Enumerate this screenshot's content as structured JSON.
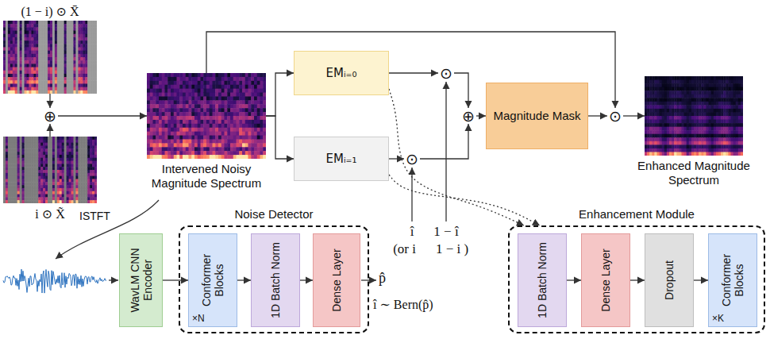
{
  "diagram": {
    "nodes": [
      {
        "text": [
          "(1 − i) ⊙ X̄"
        ]
      },
      {
        "text": [
          "i ⊙ X̃"
        ]
      },
      {
        "text": [
          "⊕"
        ]
      },
      {
        "text": [
          "Intervened Noisy Magnitude Spectrum"
        ]
      },
      {
        "text": [
          "EMᵢ₌₀"
        ]
      },
      {
        "text": [
          "EMᵢ₌₁"
        ]
      },
      {
        "text": [
          "⊙"
        ]
      },
      {
        "text": [
          "⊙"
        ]
      },
      {
        "text": [
          "⊕"
        ]
      },
      {
        "text": [
          "Magnitude Mask"
        ]
      },
      {
        "text": [
          "⊙"
        ]
      },
      {
        "text": [
          "Enhanced Magnitude Spectrum"
        ]
      },
      {
        "text": [
          "WavLM CNN Encoder"
        ]
      },
      {
        "text": [
          "Noise Detector"
        ]
      },
      {
        "text": [
          "Conformer Blocks",
          "×N"
        ],
        "in": 13
      },
      {
        "text": [
          "1D Batch Norm"
        ],
        "in": 13
      },
      {
        "text": [
          "Dense Layer"
        ],
        "in": 13
      },
      {
        "text": [
          "Enhancement Module"
        ]
      },
      {
        "text": [
          "1D Batch Norm"
        ],
        "in": 17
      },
      {
        "text": [
          "Dense Layer"
        ],
        "in": 17
      },
      {
        "text": [
          "Dropout"
        ],
        "in": 17
      },
      {
        "text": [
          "Conformer Blocks",
          "×K"
        ],
        "in": 17
      }
    ],
    "edges": [
      {
        "from": 0,
        "to": 2,
        "arrow": "to"
      },
      {
        "from": 1,
        "to": 2,
        "arrow": "to"
      },
      {
        "from": 2,
        "to": 3,
        "arrow": "to"
      },
      {
        "from": 3,
        "to": 4,
        "arrow": "to"
      },
      {
        "from": 3,
        "to": 5,
        "arrow": "to"
      },
      {
        "from": 4,
        "to": 6,
        "arrow": "to"
      },
      {
        "from": 5,
        "to": 7,
        "arrow": "to"
      },
      {
        "from": 6,
        "to": 8,
        "arrow": "to"
      },
      {
        "from": 7,
        "to": 8,
        "arrow": "to"
      },
      {
        "from": 8,
        "to": 9,
        "arrow": "to"
      },
      {
        "from": 9,
        "to": 10,
        "arrow": "to"
      },
      {
        "from": 10,
        "to": 11,
        "arrow": "to"
      },
      {
        "from": 3,
        "to": 10,
        "arrow": "to"
      },
      {
        "from": 4,
        "to": 17,
        "arrow": "to"
      },
      {
        "from": 5,
        "to": 17,
        "arrow": "to"
      },
      {
        "from": 12,
        "to": 14,
        "arrow": "to"
      },
      {
        "from": 14,
        "to": 15,
        "arrow": "to"
      },
      {
        "from": 15,
        "to": 16,
        "arrow": "to"
      },
      {
        "from": 18,
        "to": 19,
        "arrow": "to"
      },
      {
        "from": 19,
        "to": 20,
        "arrow": "to"
      },
      {
        "from": 20,
        "to": 21,
        "arrow": "to"
      }
    ],
    "labels": [
      "ISTFT",
      "p̂",
      "î ∼ Bern(p̂)",
      "î",
      "1 − î",
      "(or i",
      "1 − i )"
    ]
  }
}
